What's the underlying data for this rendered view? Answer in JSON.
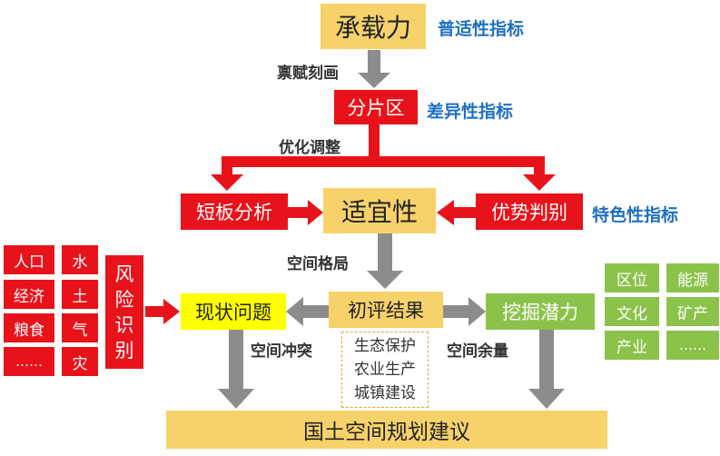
{
  "nodes": {
    "capacity": "承载力",
    "zoning": "分片区",
    "suitability": "适宜性",
    "shortboard": "短板分析",
    "advantage": "优势判别",
    "status": "现状问题",
    "initial": "初评结果",
    "potential": "挖掘潜力",
    "risk": [
      "风",
      "险",
      "识",
      "别"
    ],
    "proposal": "国土空间规划建议"
  },
  "indicators": {
    "universal": "普适性指标",
    "difference": "差异性指标",
    "feature": "特色性指标"
  },
  "edges": {
    "endow": "禀赋刻画",
    "optimize": "优化调整",
    "layout": "空间格局",
    "conflict": "空间冲突",
    "surplus": "空间余量"
  },
  "initial_items": [
    "生态保护",
    "农业生产",
    "城镇建设"
  ],
  "left_factors": [
    [
      "人口",
      "水"
    ],
    [
      "经济",
      "土"
    ],
    [
      "粮食",
      "气"
    ],
    [
      "……",
      "灾"
    ]
  ],
  "right_factors": [
    [
      "区位",
      "能源"
    ],
    [
      "文化",
      "矿产"
    ],
    [
      "产业",
      "……"
    ]
  ]
}
